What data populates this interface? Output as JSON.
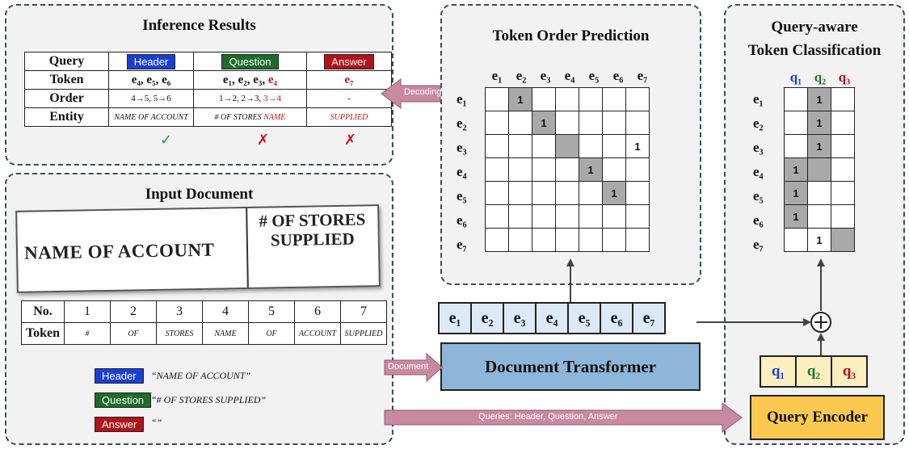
{
  "inference": {
    "title": "Inference Results",
    "row_labels": [
      "Query",
      "Token",
      "Order",
      "Entity"
    ],
    "cols": [
      {
        "query": "Header",
        "token": "e₄, e₅, e₆",
        "order": "4→5, 5→6",
        "entity": "NAME OF ACCOUNT",
        "mark": "✓"
      },
      {
        "query": "Question",
        "token_black": "e₁, e₂, e₃, ",
        "token_red": "e₄",
        "order_black": "1→2, 2→3, ",
        "order_red": "3→4",
        "entity_black": "# OF STORES ",
        "entity_red": "NAME",
        "mark": "✗"
      },
      {
        "query": "Answer",
        "token": "e₇",
        "order": "-",
        "entity": "SUPPLIED",
        "mark": "✗"
      }
    ]
  },
  "input_doc": {
    "title": "Input Document",
    "image_text_left": "NAME OF ACCOUNT",
    "image_text_right_1": "# OF STORES",
    "image_text_right_2": "SUPPLIED",
    "table_headers": [
      "No.",
      "1",
      "2",
      "3",
      "4",
      "5",
      "6",
      "7"
    ],
    "table_row_label": "Token",
    "tokens": [
      "#",
      "OF",
      "STORES",
      "NAME",
      "OF",
      "ACCOUNT",
      "SUPPLIED"
    ],
    "legend": [
      {
        "tag": "Header",
        "text": "“NAME OF ACCOUNT”"
      },
      {
        "tag": "Question",
        "text": "“# OF STORES SUPPLIED”"
      },
      {
        "tag": "Answer",
        "text": "“”"
      }
    ]
  },
  "top": {
    "title": "Token Order Prediction",
    "col_labels": [
      "e₁",
      "e₂",
      "e₃",
      "e₄",
      "e₅",
      "e₆",
      "e₇"
    ],
    "row_labels": [
      "e₁",
      "e₂",
      "e₃",
      "e₄",
      "e₅",
      "e₆",
      "e₇"
    ],
    "cells_value": "1"
  },
  "qtc": {
    "title_line1": "Query-aware",
    "title_line2": "Token Classification",
    "col_labels": [
      "q₁",
      "q₂",
      "q₃"
    ],
    "col_colors": [
      "#1a3fd6",
      "#1e7a2e",
      "#b3121a"
    ],
    "row_labels": [
      "e₁",
      "e₂",
      "e₃",
      "e₄",
      "e₅",
      "e₆",
      "e₇"
    ],
    "cells_value": "1"
  },
  "pipeline": {
    "embeddings": [
      "e₁",
      "e₂",
      "e₃",
      "e₄",
      "e₅",
      "e₆",
      "e₇"
    ],
    "doc_transformer": "Document Transformer",
    "query_encoder": "Query Encoder",
    "query_embeddings": [
      "q₁",
      "q₂",
      "q₃"
    ],
    "plus": "+",
    "arrow_decoding": "Decoding",
    "arrow_document": "Document",
    "arrow_queries": "Queries: Header, Question, Answer"
  },
  "colors": {
    "header": "#1a3fd6",
    "question": "#1e6b2b",
    "answer": "#b3121a",
    "arrow": "#c98aa1",
    "transformer": "#8db6d8",
    "encoder": "#fbc94f"
  }
}
